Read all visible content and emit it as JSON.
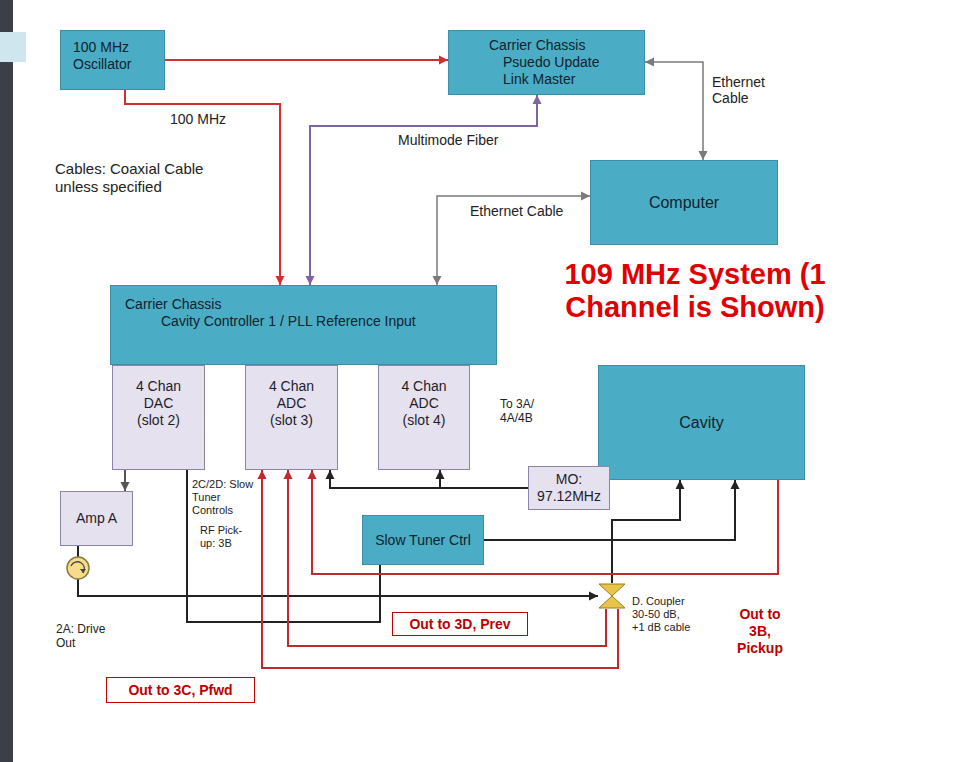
{
  "diagram": {
    "title": "109 MHz System (1 Channel is Shown)",
    "nodes": [
      {
        "text": [
          "100 MHz Oscillator"
        ]
      },
      {
        "text": [
          "Carrier Chassis",
          "Psuedo Update Link Master"
        ]
      },
      {
        "text": [
          "Computer"
        ]
      },
      {
        "text": [
          "Carrier Chassis",
          "Cavity Controller 1 / PLL Reference Input"
        ]
      },
      {
        "text": [
          "4 Chan DAC (slot 2)"
        ]
      },
      {
        "text": [
          "4 Chan ADC (slot 3)"
        ]
      },
      {
        "text": [
          "4 Chan ADC (slot 4)"
        ]
      },
      {
        "text": [
          "Cavity"
        ]
      },
      {
        "text": [
          "MO: 97.12MHz"
        ]
      },
      {
        "text": [
          "Amp A"
        ]
      },
      {
        "text": [
          "Slow Tuner Ctrl"
        ]
      },
      {
        "text": [
          "D. Coupler 30-50 dB, +1 dB cable"
        ]
      },
      {
        "text": [
          "Out to 3D, Prev"
        ]
      },
      {
        "text": [
          "Out to 3C, Pfwd"
        ]
      }
    ],
    "edges": [
      {
        "from": 0,
        "to": 1,
        "arrow": "to"
      },
      {
        "from": 0,
        "to": 3,
        "label": "100 MHz",
        "arrow": "to"
      },
      {
        "from": 1,
        "to": 3,
        "label": "Multimode Fiber",
        "arrow": "both"
      },
      {
        "from": 1,
        "to": 2,
        "label": "Ethernet Cable",
        "arrow": "both"
      },
      {
        "from": 2,
        "to": 3,
        "label": "Ethernet Cable",
        "arrow": "both"
      },
      {
        "from": 4,
        "to": 9,
        "arrow": "to"
      },
      {
        "from": 9,
        "to": 11,
        "arrow": "to"
      },
      {
        "from": 4,
        "to": 10,
        "arrow": "none"
      },
      {
        "from": 10,
        "to": 7,
        "arrow": "to"
      },
      {
        "from": 11,
        "to": 7,
        "arrow": "to"
      },
      {
        "from": 7,
        "to": 5,
        "arrow": "to"
      },
      {
        "from": 11,
        "to": 5,
        "arrow": "to"
      },
      {
        "from": 11,
        "to": 5,
        "arrow": "to"
      },
      {
        "from": 8,
        "to": 5,
        "arrow": "to"
      },
      {
        "from": 8,
        "to": 6,
        "arrow": "to"
      }
    ],
    "labels": [
      "Cables: Coaxial Cable unless specified",
      "To 3A/ 4A/4B",
      "2C/2D: Slow Tuner Controls",
      "RF Pick-up: 3B",
      "2A: Drive Out",
      "Out to 3B, Pickup"
    ]
  }
}
